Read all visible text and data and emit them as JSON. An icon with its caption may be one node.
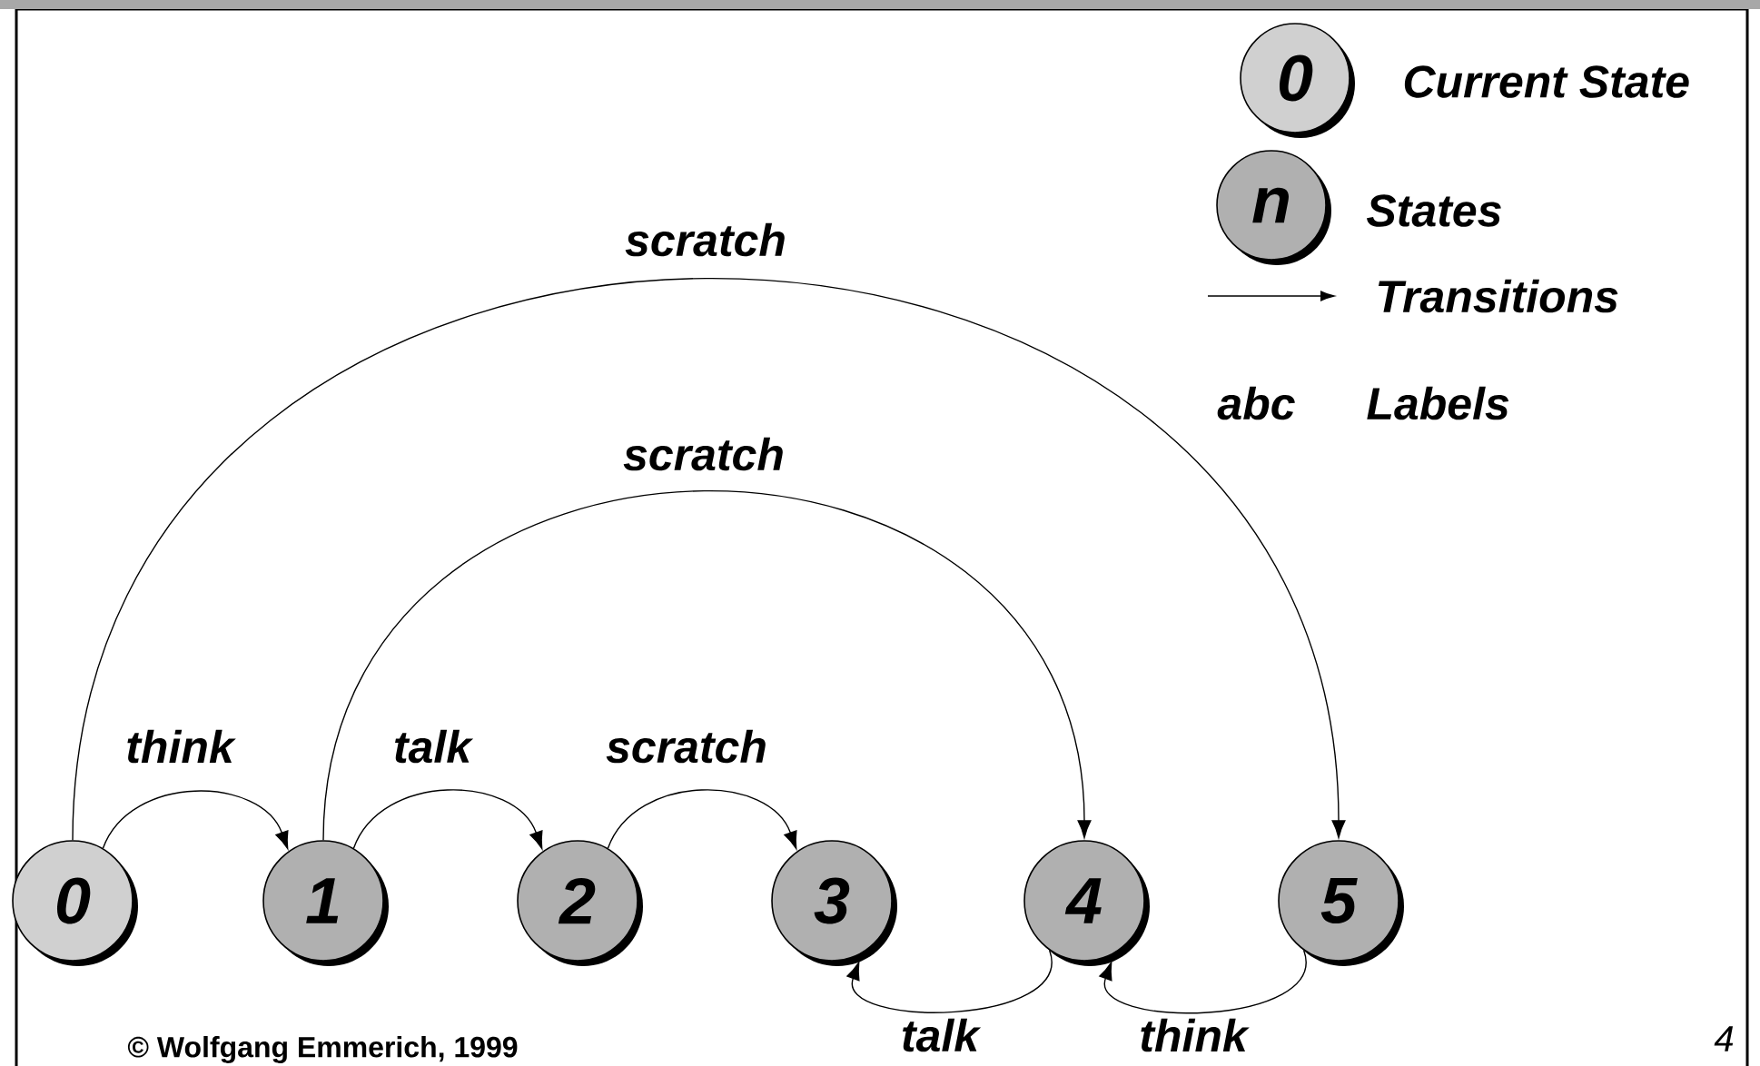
{
  "diagram": {
    "nodes": [
      {
        "text": [
          "0"
        ]
      },
      {
        "text": [
          "1"
        ]
      },
      {
        "text": [
          "2"
        ]
      },
      {
        "text": [
          "3"
        ]
      },
      {
        "text": [
          "4"
        ]
      },
      {
        "text": [
          "5"
        ]
      },
      {
        "text": [
          "0"
        ]
      },
      {
        "text": [
          "n"
        ]
      }
    ],
    "edges": [
      {
        "from": 0,
        "to": 1,
        "arrow": "to",
        "label": "think"
      },
      {
        "from": 1,
        "to": 2,
        "arrow": "to",
        "label": "talk"
      },
      {
        "from": 2,
        "to": 3,
        "arrow": "to",
        "label": "scratch"
      },
      {
        "from": 4,
        "to": 3,
        "arrow": "to",
        "label": "talk"
      },
      {
        "from": 5,
        "to": 4,
        "arrow": "to",
        "label": "think"
      },
      {
        "from": 1,
        "to": 4,
        "arrow": "to",
        "label": "scratch"
      },
      {
        "from": 0,
        "to": 5,
        "arrow": "to",
        "label": "scratch"
      }
    ],
    "labels": [
      "abc",
      "© Wolfgang Emmerich, 1999",
      "4"
    ],
    "legend": [
      {
        "text": "Current State"
      },
      {
        "text": "States"
      },
      {
        "text": "Transitions"
      },
      {
        "text": "Labels"
      }
    ]
  }
}
